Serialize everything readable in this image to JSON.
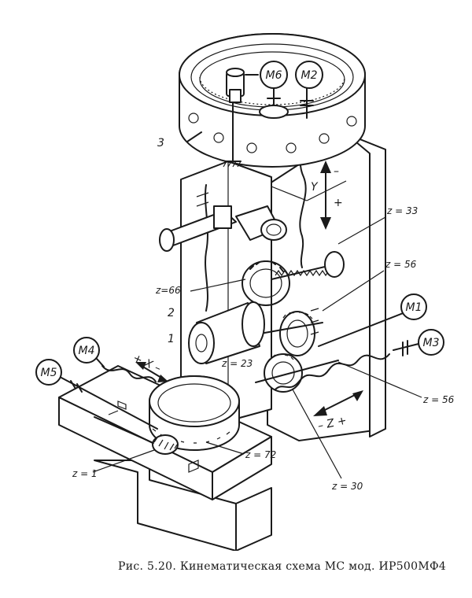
{
  "motors": {
    "m1": "M1",
    "m2": "M2",
    "m3": "M3",
    "m4": "M4",
    "m5": "M5",
    "m6": "M6"
  },
  "parts": {
    "p1": "1",
    "p2": "2",
    "p3": "3"
  },
  "gears": {
    "z33": "z = 33",
    "z56_upper": "z = 56",
    "z66": "z=66",
    "z23": "z = 23",
    "z56_lower": "z = 56",
    "z72": "z = 72",
    "z1": "z = 1",
    "z30": "z = 30"
  },
  "axes": {
    "y_axis": "Y",
    "y_minus": "–",
    "y_plus": "+",
    "x_label": "+ X  –",
    "z_label": "– Z +"
  },
  "caption": "Рис. 5.20. Кинематическая схема МС мод. ИР500МФ4"
}
